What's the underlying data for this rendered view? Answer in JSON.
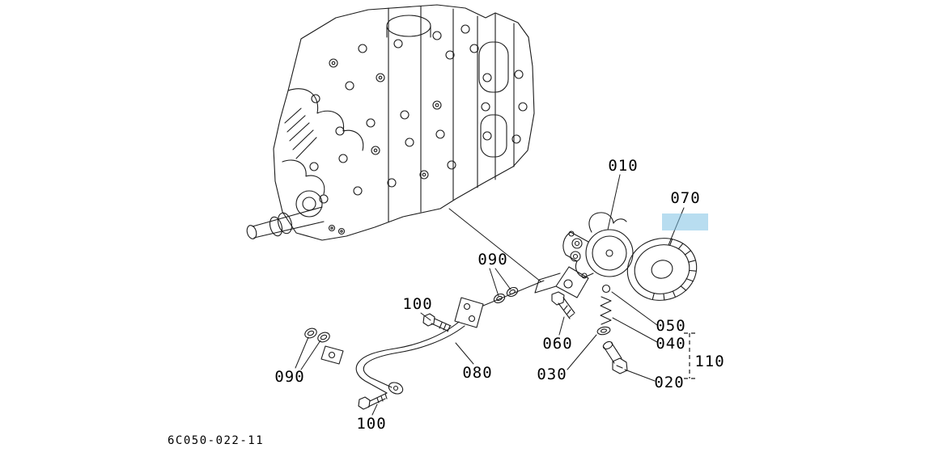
{
  "page": {
    "background_color": "#ffffff"
  },
  "highlight": {
    "color": "rgba(125,193,228,0.55)"
  },
  "callouts": [
    {
      "label": "010"
    },
    {
      "label": "070"
    },
    {
      "label": "090"
    },
    {
      "label": "100"
    },
    {
      "label": "090"
    },
    {
      "label": "080"
    },
    {
      "label": "100"
    },
    {
      "label": "060"
    },
    {
      "label": "050"
    },
    {
      "label": "040"
    },
    {
      "label": "030"
    },
    {
      "label": "020"
    },
    {
      "label": "110"
    }
  ],
  "footer": {
    "diagram_code": "6C050-022-11"
  }
}
